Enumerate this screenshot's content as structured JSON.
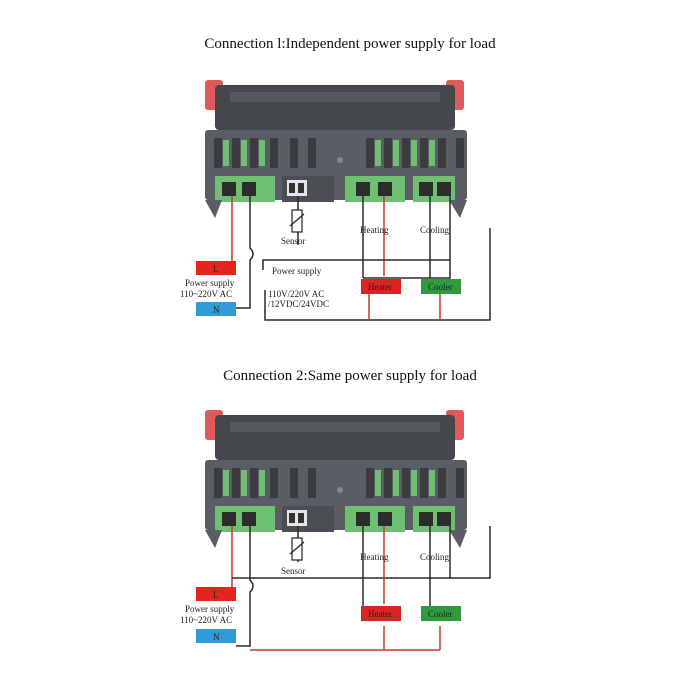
{
  "connection1": {
    "title": "Connection l:Independent power supply for load",
    "sensor": "Sensor",
    "heating": "Heating",
    "cooling": "Cooling",
    "l_box": "L",
    "n_box": "N",
    "power_supply_label": "Power supply",
    "power_supply_voltage": "110~220V AC",
    "load_supply_label": "Power supply",
    "load_supply_line1": "110V/220V AC",
    "load_supply_line2": "/12VDC/24VDC",
    "heater": "Heater",
    "cooler": "Cooler"
  },
  "connection2": {
    "title": "Connection 2:Same power supply for load",
    "sensor": "Sensor",
    "heating": "Heating",
    "cooling": "Cooling",
    "l_box": "L",
    "n_box": "N",
    "power_supply_label": "Power supply",
    "power_supply_voltage": "110~220V AC",
    "heater": "Heater",
    "cooler": "Cooler"
  },
  "colors": {
    "housing": "#5a5d63",
    "housing_dark": "#3e4045",
    "terminal_green": "#6fbf73",
    "latch_red": "#e05a5a",
    "wire_red": "#c23a2a",
    "wire_dark": "#2a2a2a",
    "l_box": "#e5231f",
    "n_box": "#2f9bd8",
    "heater_box": "#d92424",
    "cooler_box": "#2e9c3e"
  }
}
